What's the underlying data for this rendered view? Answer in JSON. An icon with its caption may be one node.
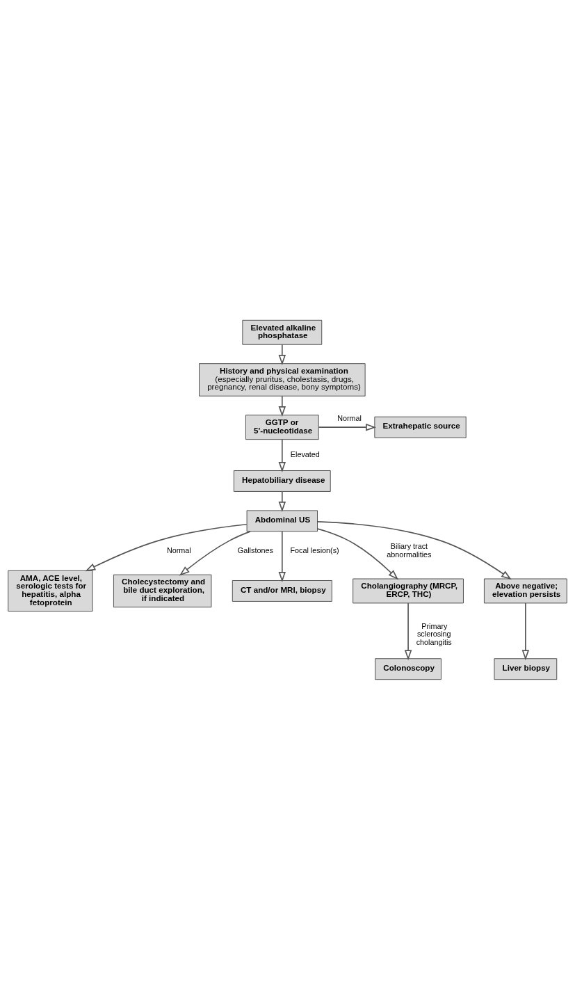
{
  "diagram": {
    "nodes": [
      {
        "text": [
          "Elevated alkaline phosphatase"
        ]
      },
      {
        "text": [
          "History and physical examination",
          "(especially pruritus, cholestasis, drugs, pregnancy, renal disease, bony symptoms)"
        ]
      },
      {
        "text": [
          "GGTP or 5'-nucleotidase"
        ]
      },
      {
        "text": [
          "Extrahepatic source"
        ]
      },
      {
        "text": [
          "Hepatobiliary disease"
        ]
      },
      {
        "text": [
          "Abdominal US"
        ]
      },
      {
        "text": [
          "AMA, ACE level, serologic tests for hepatitis, alpha fetoprotein"
        ]
      },
      {
        "text": [
          "Cholecystectomy and bile duct exploration, if indicated"
        ]
      },
      {
        "text": [
          "CT and/or MRI, biopsy"
        ]
      },
      {
        "text": [
          "Cholangiography (MRCP, ERCP, THC)"
        ]
      },
      {
        "text": [
          "Above negative; elevation persists"
        ]
      },
      {
        "text": [
          "Liver biopsy"
        ]
      },
      {
        "text": [
          "Colonoscopy"
        ]
      }
    ],
    "edges": [
      {
        "from": 0,
        "to": 1,
        "arrow": "to"
      },
      {
        "from": 1,
        "to": 2,
        "arrow": "to"
      },
      {
        "from": 2,
        "to": 3,
        "arrow": "to",
        "label": "Normal"
      },
      {
        "from": 2,
        "to": 4,
        "arrow": "to",
        "label": "Elevated"
      },
      {
        "from": 4,
        "to": 5,
        "arrow": "to"
      },
      {
        "from": 5,
        "to": 6,
        "arrow": "to",
        "label": "Normal"
      },
      {
        "from": 5,
        "to": 7,
        "arrow": "to",
        "label": "Gallstones"
      },
      {
        "from": 5,
        "to": 8,
        "arrow": "to",
        "label": "Focal lesion(s)"
      },
      {
        "from": 5,
        "to": 9,
        "arrow": "to",
        "label": "Biliary tract abnormalities"
      },
      {
        "from": 5,
        "to": 10,
        "arrow": "to"
      },
      {
        "from": 10,
        "to": 11,
        "arrow": "to"
      },
      {
        "from": 9,
        "to": 12,
        "arrow": "to",
        "label": "Primary sclerosing cholangitis"
      }
    ]
  }
}
